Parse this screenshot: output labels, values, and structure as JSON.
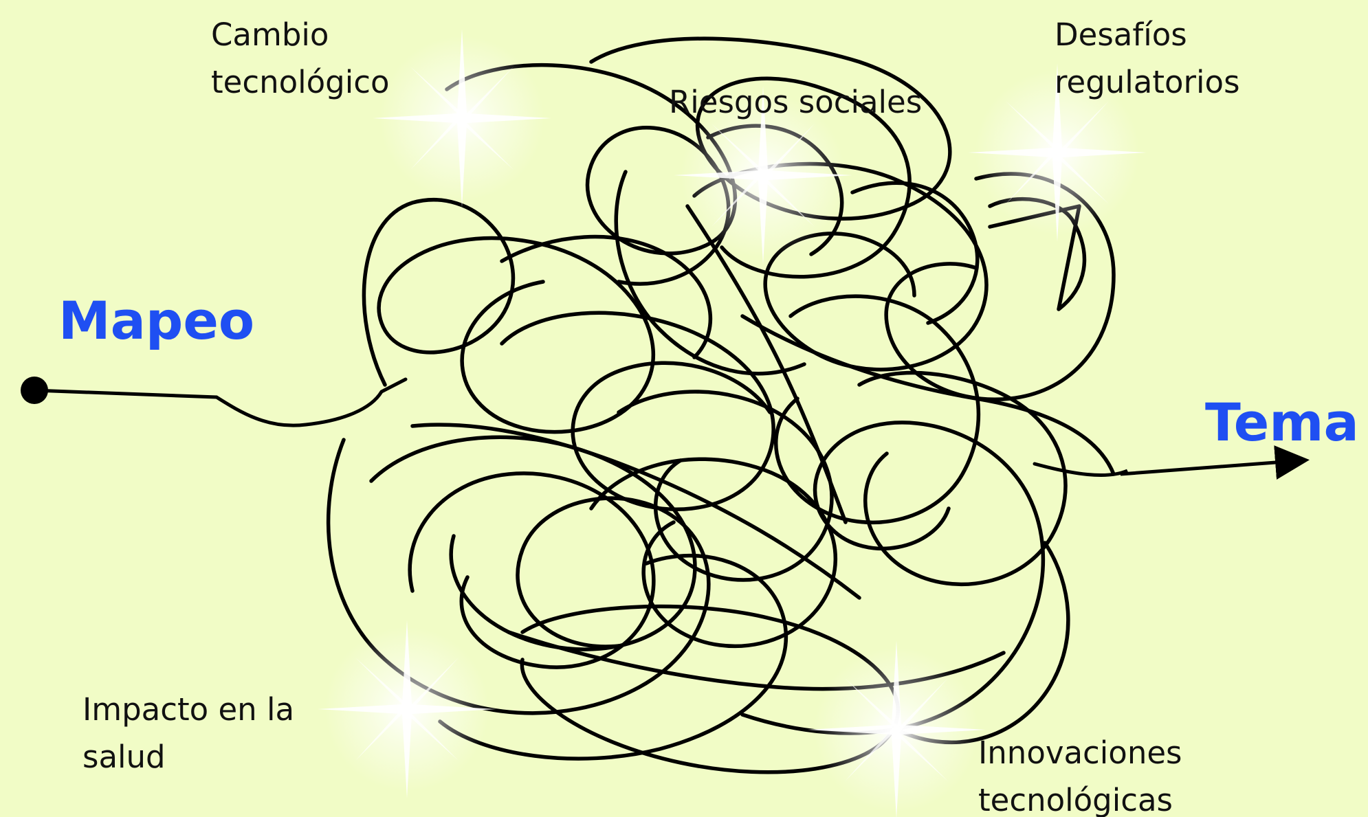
{
  "start_label": "Mapeo",
  "end_label": "Tema",
  "accent_color": "#1f4ff2",
  "background_color": "#f1fcc6",
  "line_color": "#000000",
  "topics": {
    "cambio": [
      "Cambio",
      "tecnológico"
    ],
    "riesgos": [
      "Riesgos sociales"
    ],
    "desafios": [
      "Desafíos",
      "regulatorios"
    ],
    "impacto": [
      "Impacto en la",
      "salud"
    ],
    "innovaciones": [
      "Innovaciones",
      "tecnológicas"
    ]
  }
}
